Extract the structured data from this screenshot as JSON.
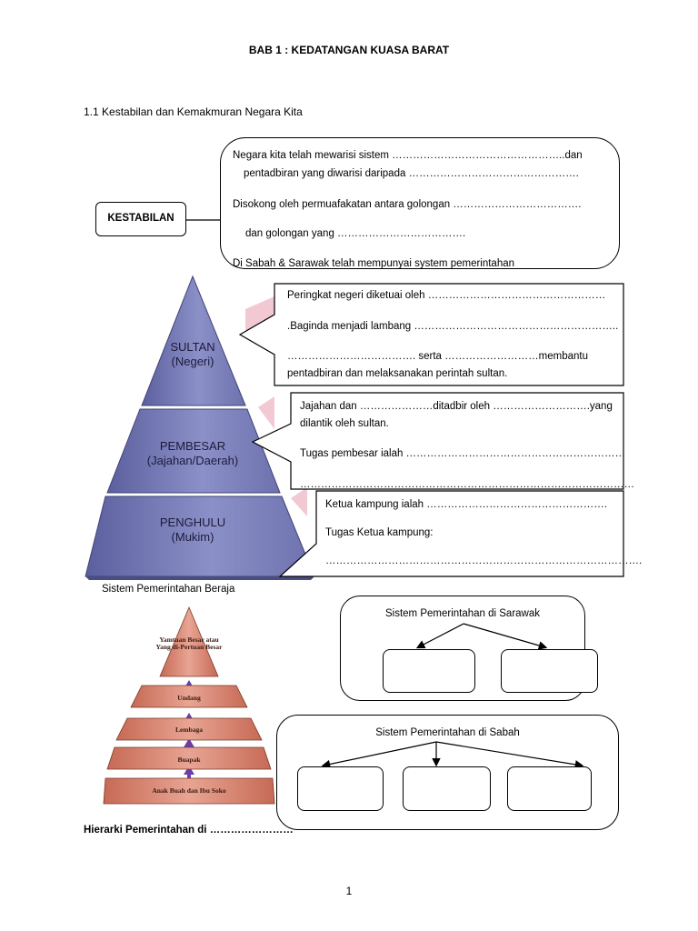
{
  "title": "BAB 1 : KEDATANGAN KUASA BARAT",
  "section_heading": "1.1 Kestabilan dan Kemakmuran Negara Kita",
  "kestabilan_box": {
    "label": "KESTABILAN",
    "line1": "Negara kita telah mewarisi sistem …………………………………………..dan",
    "line2": "pentadbiran yang diwarisi daripada ………………………………………….",
    "line3": "Disokong oleh permuafakatan antara golongan ……………………………….",
    "line4": "dan golongan yang ………………………………."
  },
  "sabah_sarawak_line": "Di Sabah & Sarawak telah mempunyai system pemerintahan",
  "pyramid": {
    "sultan": {
      "line1": "SULTAN",
      "line2": "(Negeri)"
    },
    "pembesar": {
      "line1": "PEMBESAR",
      "line2": "(Jajahan/Daerah)"
    },
    "penghulu": {
      "line1": "PENGHULU",
      "line2": "(Mukim)"
    },
    "caption": "Sistem Pemerintahan Beraja"
  },
  "callout_sultan": {
    "line1": "Peringkat negeri diketuai oleh ……………………………………………",
    "line2": ".Baginda menjadi lambang …………………………………………………..",
    "line3": "………………………………. serta ………………………membantu",
    "line4": "pentadbiran dan melaksanakan perintah sultan."
  },
  "callout_pembesar": {
    "line1": "Jajahan dan …………………ditadbir oleh ……………………….yang",
    "line2": "dilantik oleh sultan.",
    "line3": "Tugas pembesar ialah ………………………………………………………",
    "line4": "……………………………………………………………………………………"
  },
  "callout_penghulu": {
    "line1": "Ketua kampung ialah …………………………………………….",
    "line2": "Tugas Ketua  kampung:",
    "line3": "………………………………………………………………………………."
  },
  "adat_pyramid": {
    "levels": [
      "Yamtuan Besar atau Yang di-Pertuan Besar",
      "Undang",
      "Lembaga",
      "Buapak",
      "Anak Buah dan Ibu Soko"
    ],
    "caption": "Hierarki Pemerintahan di ……………………"
  },
  "sarawak_box": {
    "title": "Sistem Pemerintahan di Sarawak"
  },
  "sabah_box": {
    "title": "Sistem Pemerintahan di Sabah"
  },
  "page_number": "1",
  "colors": {
    "pyramid_fill": "#7f83bd",
    "pyramid_light": "#a9acd8",
    "adat_fill": "#d98a78",
    "pink_tab": "#f2c9d2",
    "arrow_purple": "#6a3da8"
  }
}
